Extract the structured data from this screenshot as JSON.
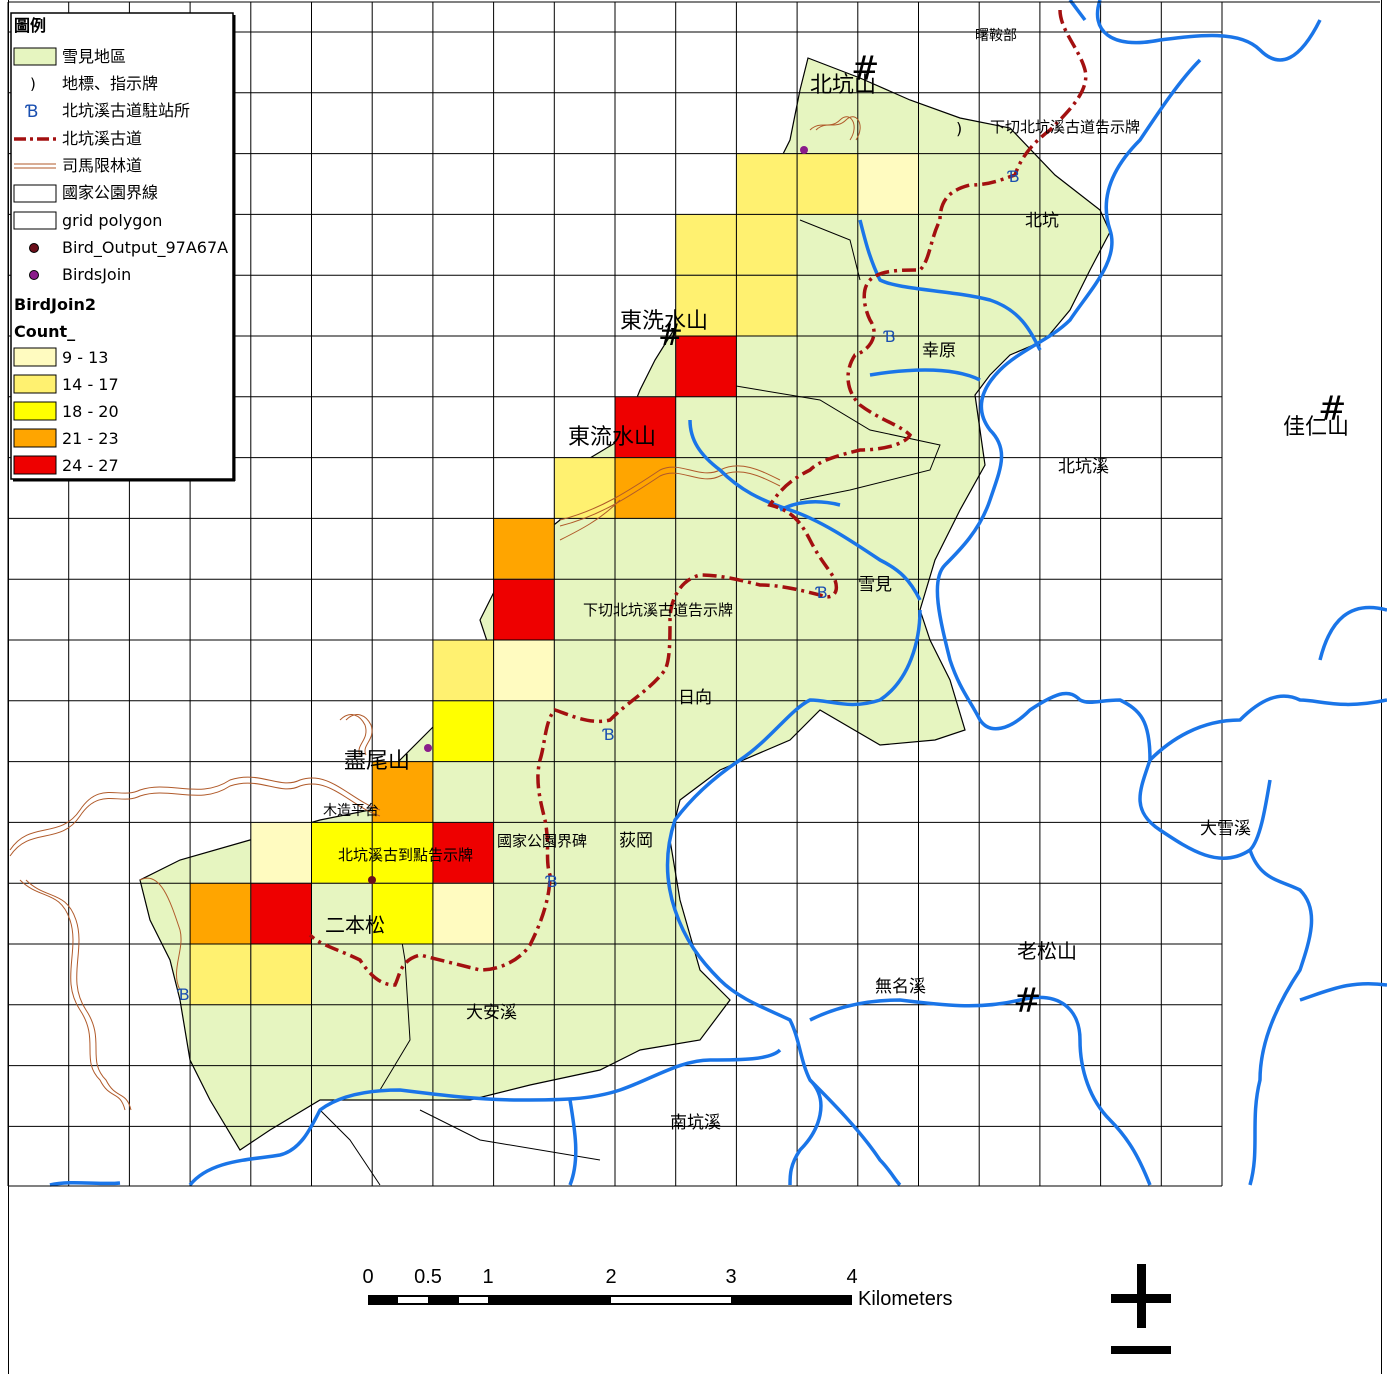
{
  "legend": {
    "title": "圖例",
    "items": [
      {
        "label": "雪見地區",
        "symbol": "swatch",
        "color": "#e6f5c0"
      },
      {
        "label": "地標、指示牌",
        "symbol": "landmark-glyph"
      },
      {
        "label": "北坑溪古道駐站所",
        "symbol": "station-glyph"
      },
      {
        "label": "北坑溪古道",
        "symbol": "trail-line",
        "color": "#a31010"
      },
      {
        "label": "司馬限林道",
        "symbol": "forest-road-line",
        "color": "#b05a2a"
      },
      {
        "label": "國家公園界線",
        "symbol": "empty-box"
      },
      {
        "label": "grid polygon",
        "symbol": "empty-box"
      },
      {
        "label": "Bird_Output_97A67A",
        "symbol": "dot",
        "color": "#6b0f1a"
      },
      {
        "label": "BirdsJoin",
        "symbol": "dot",
        "color": "#8a1c8a"
      }
    ],
    "layer_name": "BirdJoin2",
    "field_name": "Count_",
    "classes": [
      {
        "label": "9 - 13",
        "color": "#fffbc0"
      },
      {
        "label": "14 - 17",
        "color": "#fff170"
      },
      {
        "label": "18 - 20",
        "color": "#ffff00"
      },
      {
        "label": "21 - 23",
        "color": "#ffa500"
      },
      {
        "label": "24 - 27",
        "color": "#ee0000"
      }
    ]
  },
  "labels": {
    "shuxianbu": "曙鞍部",
    "beikengshan": "北坑山",
    "notice_top": "下切北坑溪古道告示牌",
    "beikeng": "北坑",
    "dongdongshuishan": "東洗水山",
    "xingyuan": "幸原",
    "jiarenshan": "佳仁山",
    "dongliushuishan": "東流水山",
    "beikengxi": "北坑溪",
    "xuejian": "雪見",
    "notice_mid": "下切北坑溪古道告示牌",
    "rixiang": "日向",
    "jinweishan": "盡尾山",
    "muzaopingtai": "木造平台",
    "guojiagongyuanbei": "國家公園界碑",
    "digang": "荻岡",
    "daxuexi": "大雪溪",
    "notice_low": "北坑溪古到點告示牌",
    "erbensong": "二本松",
    "laosongshan": "老松山",
    "wumingxi": "無名溪",
    "daanxi": "大安溪",
    "nankengxi": "南坑溪"
  },
  "scalebar": {
    "ticks": [
      "0",
      "0.5",
      "1",
      "2",
      "3",
      "4"
    ],
    "unit": "Kilometers"
  },
  "north_arrow": {
    "icon": "north-arrow-icon"
  },
  "colors": {
    "area_fill": "#e6f5c0",
    "river": "#1a75e8",
    "trail": "#a31010",
    "forest_road": "#b05a2a",
    "grid": "#000000"
  },
  "grid_cells": [
    {
      "col": 12,
      "row": 2,
      "class": 1
    },
    {
      "col": 13,
      "row": 2,
      "class": 1
    },
    {
      "col": 14,
      "row": 2,
      "class": 0
    },
    {
      "col": 11,
      "row": 3,
      "class": 1
    },
    {
      "col": 12,
      "row": 3,
      "class": 1
    },
    {
      "col": 11,
      "row": 4,
      "class": 1
    },
    {
      "col": 12,
      "row": 4,
      "class": 1
    },
    {
      "col": 11,
      "row": 5,
      "class": 4
    },
    {
      "col": 10,
      "row": 6,
      "class": 4
    },
    {
      "col": 9,
      "row": 7,
      "class": 1
    },
    {
      "col": 10,
      "row": 7,
      "class": 3
    },
    {
      "col": 8,
      "row": 8,
      "class": 3
    },
    {
      "col": 8,
      "row": 9,
      "class": 4
    },
    {
      "col": 7,
      "row": 10,
      "class": 1
    },
    {
      "col": 8,
      "row": 10,
      "class": 0
    },
    {
      "col": 7,
      "row": 11,
      "class": 2
    },
    {
      "col": 6,
      "row": 12,
      "class": 3
    },
    {
      "col": 4,
      "row": 13,
      "class": 0
    },
    {
      "col": 5,
      "row": 13,
      "class": 2
    },
    {
      "col": 6,
      "row": 13,
      "class": 2
    },
    {
      "col": 7,
      "row": 13,
      "class": 4
    },
    {
      "col": 3,
      "row": 14,
      "class": 3
    },
    {
      "col": 4,
      "row": 14,
      "class": 4
    },
    {
      "col": 6,
      "row": 14,
      "class": 2
    },
    {
      "col": 7,
      "row": 14,
      "class": 0
    },
    {
      "col": 3,
      "row": 15,
      "class": 1
    },
    {
      "col": 4,
      "row": 15,
      "class": 1
    }
  ]
}
